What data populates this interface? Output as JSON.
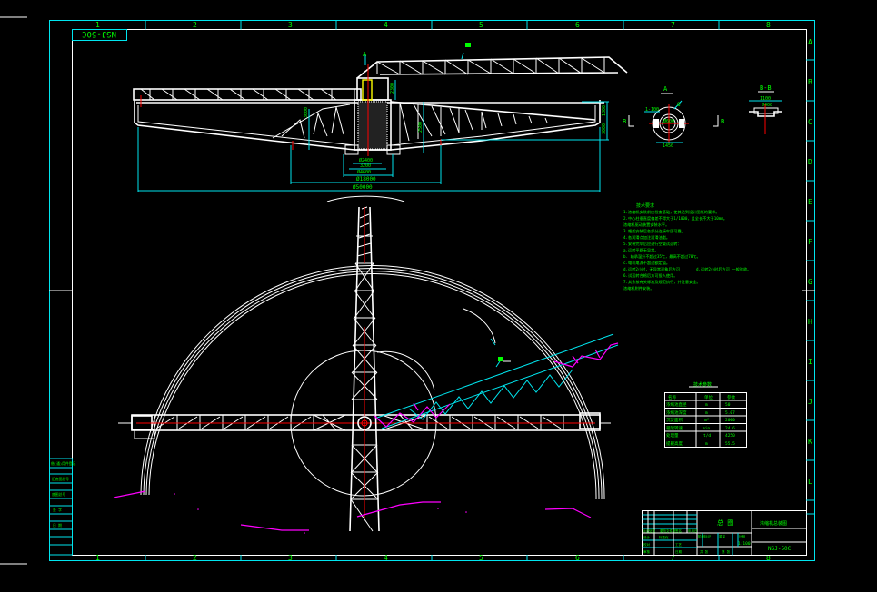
{
  "drawing": {
    "drawing_number_stamp": "NSJ-50C",
    "border_columns": [
      "1",
      "2",
      "3",
      "4",
      "5",
      "6",
      "7",
      "8"
    ],
    "border_rows": [
      "A",
      "B",
      "C",
      "D",
      "E",
      "F",
      "G",
      "H",
      "I",
      "J",
      "K",
      "L"
    ],
    "colors": {
      "background": "#000000",
      "frame": "#00e5ee",
      "geometry": "#ffffff",
      "text": "#00ff00",
      "centerline": "#ff0000",
      "highlight": "#ff00ff",
      "detail": "#ffff00"
    }
  },
  "elevation_view": {
    "section_marker": "A",
    "callout_1": "1",
    "dimensions": {
      "inner_1": "Ø2400",
      "inner_2": "3200",
      "inner_3": "Ø4600",
      "mid": "Ø18000",
      "overall": "Ø50000",
      "height_left": "3000",
      "height_column": "2300",
      "height_right_1": "1800",
      "height_right_2": "3000",
      "height_truss": "2500"
    }
  },
  "detail_views": {
    "section_a": {
      "title": "A",
      "dim_width": "1450",
      "dim_top": "1-100",
      "dim_center": "Ø600",
      "callout": "8",
      "section_left": "B",
      "section_right": "B"
    },
    "section_bb": {
      "title": "B-B",
      "dim_top": "1100",
      "dim_inner": "Ø400"
    }
  },
  "technical_notes": {
    "title": "技术要求",
    "lines": [
      "1.浓缩机安装前应检查基础，使其达到设计图纸的要求。",
      "2.中心柱垂直度偏差不得大于1/1000，且全长不大于10mm。",
      "   浓缩机驱动装置安装水平。",
      "3.耙架安装后各部分连接牢固可靠。",
      "4.各润滑点加注润滑油脂。",
      "5.安装完毕后应进行空载试运转：",
      "   a.运转平稳无异常。",
      "   b. 轴承温升不超过35℃，最高不超过70℃。",
      "   c.电机电流不超过额定值。",
      "   d.运转2小时，无异常现象后方可",
      "6.试运转合格后方可投入使用。",
      "7.其余按有关标准及规范执行，并注意安全。",
      "   浓缩机附件安装。"
    ],
    "aside": "d.运转2小时后方可 一般验收。"
  },
  "spec_table": {
    "title": "技术参数",
    "headers": [
      "名称",
      "单位",
      "参数"
    ],
    "rows": [
      [
        "浓缩池直径",
        "m",
        "50"
      ],
      [
        "浓缩池深度",
        "m",
        "5.07"
      ],
      [
        "沉淀面积",
        "m²",
        "2000"
      ],
      [
        "耙架转速",
        "min",
        "24.6"
      ],
      [
        "处理量",
        "t/d",
        "4250"
      ],
      [
        "提耙高度",
        "m",
        "55.5"
      ]
    ]
  },
  "plan_view": {
    "callout_bridge": "1"
  },
  "revision_block": {
    "rows": [
      [
        "借(通)用件登记",
        ""
      ],
      [
        "旧底图总号",
        ""
      ],
      [
        "底图总号",
        ""
      ],
      [
        "签 字",
        ""
      ],
      [
        "日 期",
        ""
      ]
    ]
  },
  "title_block": {
    "title": "总 图",
    "company": "浓缩机总装图",
    "drawing_number": "NSJ-50C",
    "scale": "1:100",
    "labels": {
      "designer": "设计",
      "checker": "校对",
      "approver": "审核",
      "process": "工艺",
      "standard": "标准化",
      "date": "日期",
      "stage": "阶段标记",
      "weight": "重量",
      "ratio": "比例",
      "sheet": "共 张",
      "sheet_of": "第 张",
      "mark": "标记",
      "count": "处数",
      "zone": "分区",
      "change_no": "更改文件号",
      "sign": "签名",
      "ymd": "年月日"
    }
  }
}
